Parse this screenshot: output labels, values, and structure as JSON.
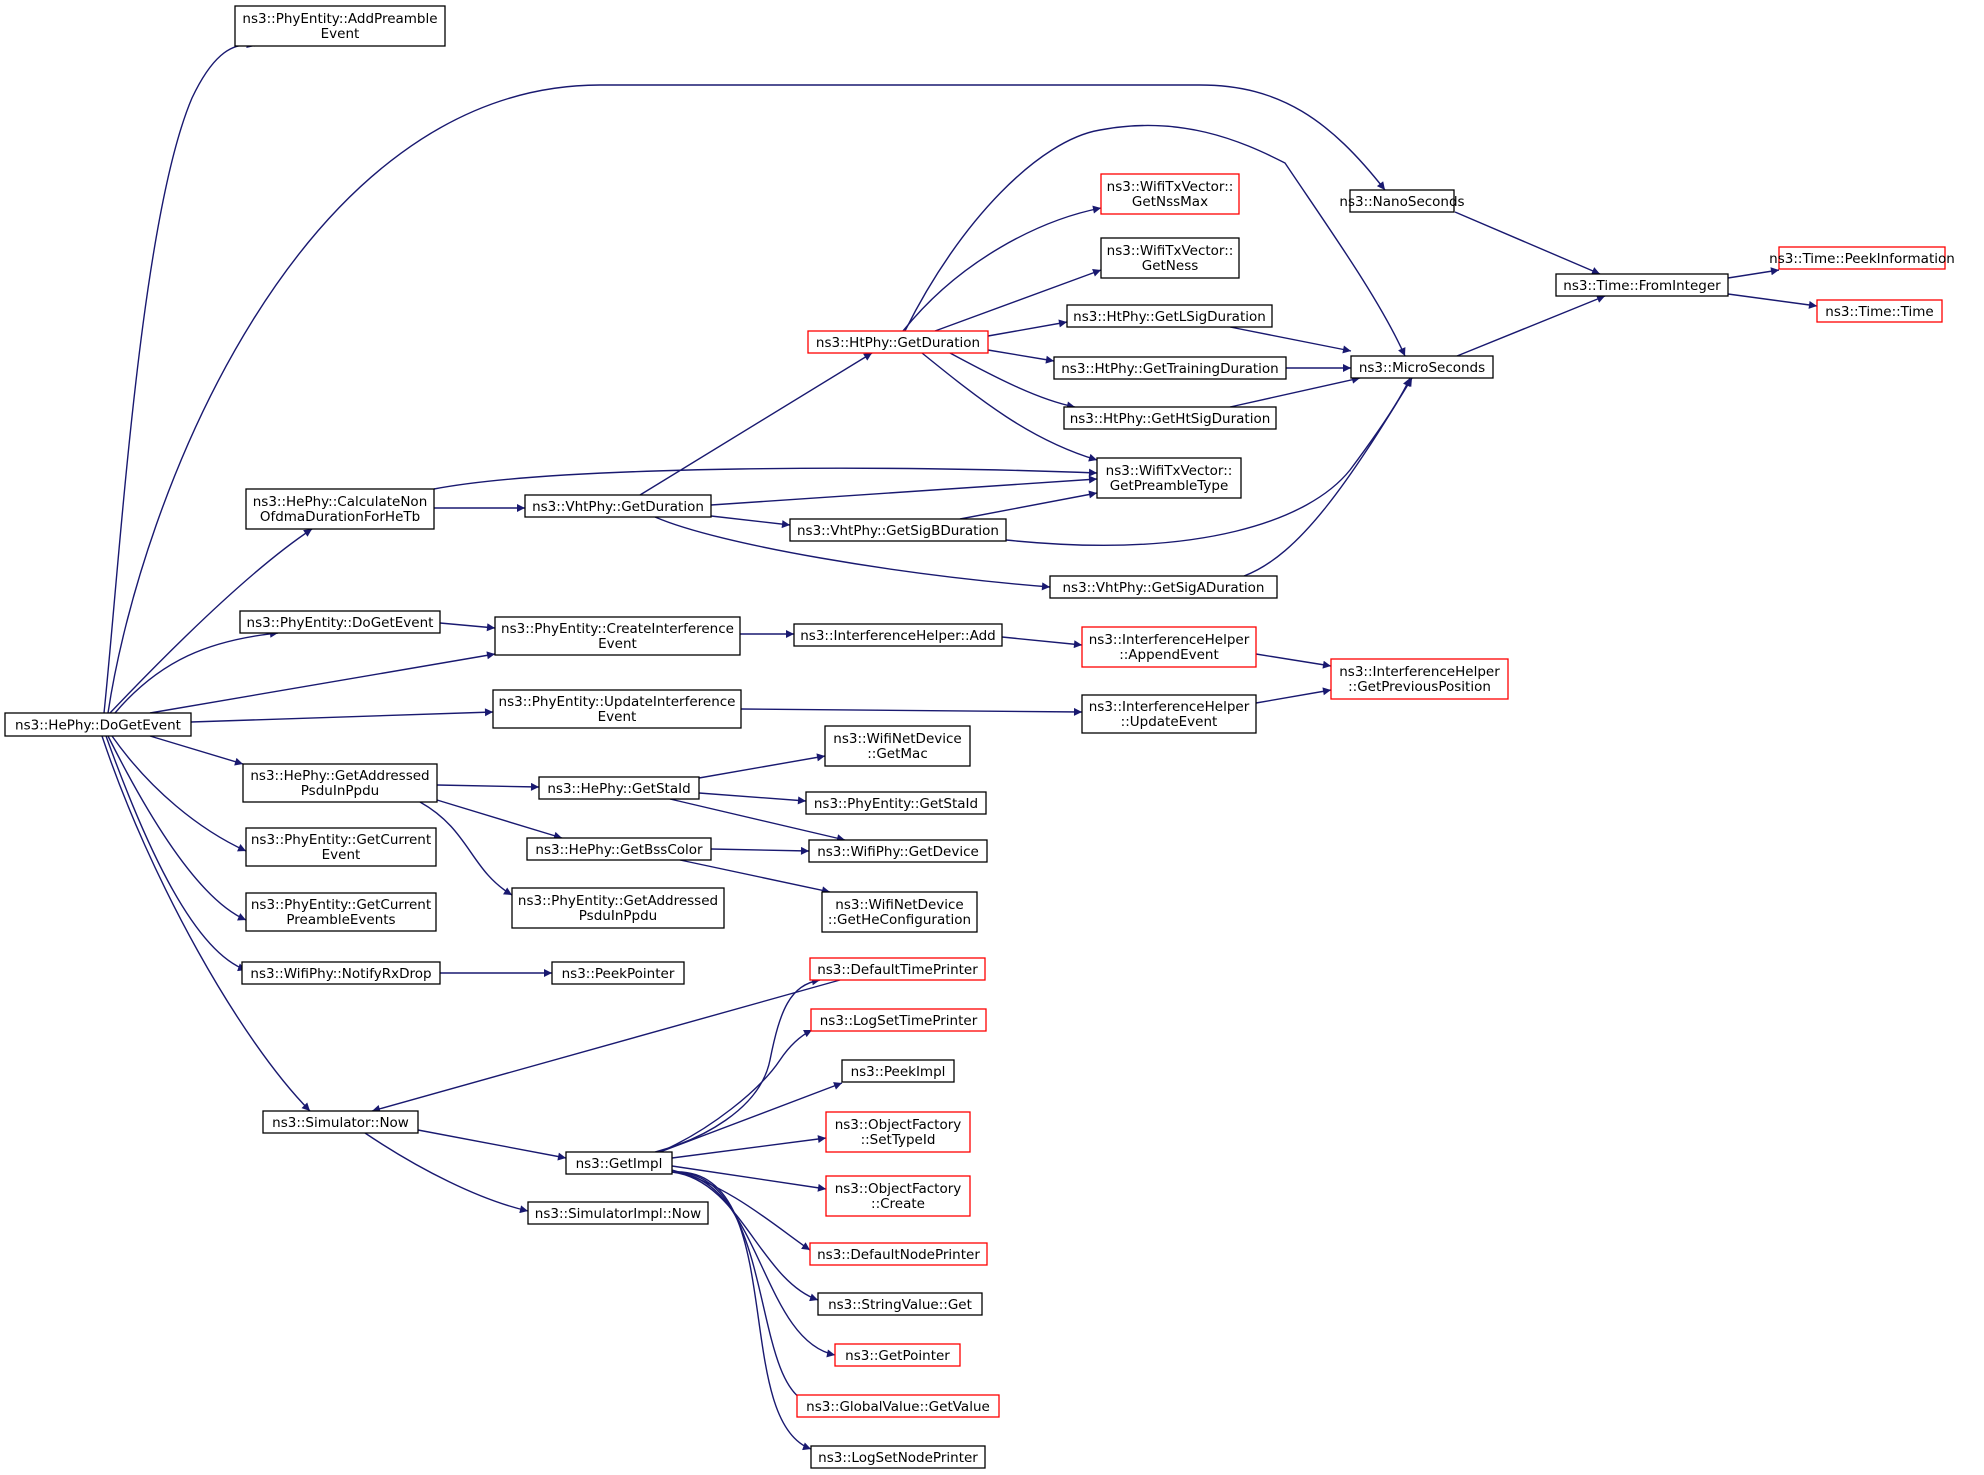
{
  "colors": {
    "edge": "#191970",
    "node_border": "#000000",
    "incomplete_border": "#ff0000",
    "root_fill": "#bfbfbf",
    "node_fill": "#ffffff"
  },
  "nodes": [
    {
      "id": "root",
      "lines": [
        "ns3::HePhy::DoGetEvent"
      ],
      "style": "root"
    },
    {
      "id": "addPreamble",
      "lines": [
        "ns3::PhyEntity::AddPreamble",
        "Event"
      ],
      "style": "normal"
    },
    {
      "id": "calcNon",
      "lines": [
        "ns3::HePhy::CalculateNon",
        "OfdmaDurationForHeTb"
      ],
      "style": "normal"
    },
    {
      "id": "peDoGet",
      "lines": [
        "ns3::PhyEntity::DoGetEvent"
      ],
      "style": "normal"
    },
    {
      "id": "createInterf",
      "lines": [
        "ns3::PhyEntity::CreateInterference",
        "Event"
      ],
      "style": "normal"
    },
    {
      "id": "updateInterf",
      "lines": [
        "ns3::PhyEntity::UpdateInterference",
        "Event"
      ],
      "style": "normal"
    },
    {
      "id": "getAddrPsdu",
      "lines": [
        "ns3::HePhy::GetAddressed",
        "PsduInPpdu"
      ],
      "style": "normal"
    },
    {
      "id": "getCurEvent",
      "lines": [
        "ns3::PhyEntity::GetCurrent",
        "Event"
      ],
      "style": "normal"
    },
    {
      "id": "getCurPreamble",
      "lines": [
        "ns3::PhyEntity::GetCurrent",
        "PreambleEvents"
      ],
      "style": "normal"
    },
    {
      "id": "notifyRxDrop",
      "lines": [
        "ns3::WifiPhy::NotifyRxDrop"
      ],
      "style": "normal"
    },
    {
      "id": "simNow",
      "lines": [
        "ns3::Simulator::Now"
      ],
      "style": "normal"
    },
    {
      "id": "vhtGetDuration",
      "lines": [
        "ns3::VhtPhy::GetDuration"
      ],
      "style": "normal"
    },
    {
      "id": "htGetDuration",
      "lines": [
        "ns3::HtPhy::GetDuration"
      ],
      "style": "incomplete"
    },
    {
      "id": "getNssMax",
      "lines": [
        "ns3::WifiTxVector::",
        "GetNssMax"
      ],
      "style": "incomplete"
    },
    {
      "id": "getNess",
      "lines": [
        "ns3::WifiTxVector::",
        "GetNess"
      ],
      "style": "normal"
    },
    {
      "id": "getLSig",
      "lines": [
        "ns3::HtPhy::GetLSigDuration"
      ],
      "style": "normal"
    },
    {
      "id": "getTraining",
      "lines": [
        "ns3::HtPhy::GetTrainingDuration"
      ],
      "style": "normal"
    },
    {
      "id": "getHtSig",
      "lines": [
        "ns3::HtPhy::GetHtSigDuration"
      ],
      "style": "normal"
    },
    {
      "id": "getPreambleType",
      "lines": [
        "ns3::WifiTxVector::",
        "GetPreambleType"
      ],
      "style": "normal"
    },
    {
      "id": "getSigB",
      "lines": [
        "ns3::VhtPhy::GetSigBDuration"
      ],
      "style": "normal"
    },
    {
      "id": "getSigA",
      "lines": [
        "ns3::VhtPhy::GetSigADuration"
      ],
      "style": "normal"
    },
    {
      "id": "nanoSeconds",
      "lines": [
        "ns3::NanoSeconds"
      ],
      "style": "normal"
    },
    {
      "id": "microSeconds",
      "lines": [
        "ns3::MicroSeconds"
      ],
      "style": "normal"
    },
    {
      "id": "fromInteger",
      "lines": [
        "ns3::Time::FromInteger"
      ],
      "style": "normal"
    },
    {
      "id": "peekInfo",
      "lines": [
        "ns3::Time::PeekInformation"
      ],
      "style": "incomplete"
    },
    {
      "id": "timeTime",
      "lines": [
        "ns3::Time::Time"
      ],
      "style": "incomplete"
    },
    {
      "id": "ihAdd",
      "lines": [
        "ns3::InterferenceHelper::Add"
      ],
      "style": "normal"
    },
    {
      "id": "ihAppend",
      "lines": [
        "ns3::InterferenceHelper",
        "::AppendEvent"
      ],
      "style": "incomplete"
    },
    {
      "id": "ihPrevPos",
      "lines": [
        "ns3::InterferenceHelper",
        "::GetPreviousPosition"
      ],
      "style": "incomplete"
    },
    {
      "id": "ihUpdate",
      "lines": [
        "ns3::InterferenceHelper",
        "::UpdateEvent"
      ],
      "style": "normal"
    },
    {
      "id": "heGetStaId",
      "lines": [
        "ns3::HePhy::GetStaId"
      ],
      "style": "normal"
    },
    {
      "id": "heGetBssColor",
      "lines": [
        "ns3::HePhy::GetBssColor"
      ],
      "style": "normal"
    },
    {
      "id": "peGetAddrPsdu",
      "lines": [
        "ns3::PhyEntity::GetAddressed",
        "PsduInPpdu"
      ],
      "style": "normal"
    },
    {
      "id": "wndGetMac",
      "lines": [
        "ns3::WifiNetDevice",
        "::GetMac"
      ],
      "style": "normal"
    },
    {
      "id": "peGetStaId",
      "lines": [
        "ns3::PhyEntity::GetStaId"
      ],
      "style": "normal"
    },
    {
      "id": "wpGetDevice",
      "lines": [
        "ns3::WifiPhy::GetDevice"
      ],
      "style": "normal"
    },
    {
      "id": "wndGetHeConf",
      "lines": [
        "ns3::WifiNetDevice",
        "::GetHeConfiguration"
      ],
      "style": "normal"
    },
    {
      "id": "peekPointer",
      "lines": [
        "ns3::PeekPointer"
      ],
      "style": "normal"
    },
    {
      "id": "getImpl",
      "lines": [
        "ns3::GetImpl"
      ],
      "style": "normal"
    },
    {
      "id": "simImplNow",
      "lines": [
        "ns3::SimulatorImpl::Now"
      ],
      "style": "normal"
    },
    {
      "id": "defTimePrinter",
      "lines": [
        "ns3::DefaultTimePrinter"
      ],
      "style": "incomplete"
    },
    {
      "id": "logSetTimePrinter",
      "lines": [
        "ns3::LogSetTimePrinter"
      ],
      "style": "incomplete"
    },
    {
      "id": "peekImpl",
      "lines": [
        "ns3::PeekImpl"
      ],
      "style": "normal"
    },
    {
      "id": "ofSetTypeId",
      "lines": [
        "ns3::ObjectFactory",
        "::SetTypeId"
      ],
      "style": "incomplete"
    },
    {
      "id": "ofCreate",
      "lines": [
        "ns3::ObjectFactory",
        "::Create"
      ],
      "style": "incomplete"
    },
    {
      "id": "defNodePrinter",
      "lines": [
        "ns3::DefaultNodePrinter"
      ],
      "style": "incomplete"
    },
    {
      "id": "svGet",
      "lines": [
        "ns3::StringValue::Get"
      ],
      "style": "normal"
    },
    {
      "id": "getPointer",
      "lines": [
        "ns3::GetPointer"
      ],
      "style": "incomplete"
    },
    {
      "id": "gvGetValue",
      "lines": [
        "ns3::GlobalValue::GetValue"
      ],
      "style": "incomplete"
    },
    {
      "id": "logSetNodePrinter",
      "lines": [
        "ns3::LogSetNodePrinter"
      ],
      "style": "normal"
    }
  ],
  "edges": [
    {
      "from": "root",
      "to": "addPreamble"
    },
    {
      "from": "root",
      "to": "nanoSeconds"
    },
    {
      "from": "root",
      "to": "calcNon"
    },
    {
      "from": "root",
      "to": "peDoGet"
    },
    {
      "from": "root",
      "to": "createInterf"
    },
    {
      "from": "root",
      "to": "updateInterf"
    },
    {
      "from": "root",
      "to": "getAddrPsdu"
    },
    {
      "from": "root",
      "to": "getCurEvent"
    },
    {
      "from": "root",
      "to": "getCurPreamble"
    },
    {
      "from": "root",
      "to": "notifyRxDrop"
    },
    {
      "from": "root",
      "to": "simNow"
    },
    {
      "from": "calcNon",
      "to": "vhtGetDuration"
    },
    {
      "from": "calcNon",
      "to": "getPreambleType"
    },
    {
      "from": "vhtGetDuration",
      "to": "htGetDuration"
    },
    {
      "from": "vhtGetDuration",
      "to": "getPreambleType"
    },
    {
      "from": "vhtGetDuration",
      "to": "getSigB"
    },
    {
      "from": "vhtGetDuration",
      "to": "getSigA"
    },
    {
      "from": "htGetDuration",
      "to": "getNssMax"
    },
    {
      "from": "htGetDuration",
      "to": "getNess"
    },
    {
      "from": "htGetDuration",
      "to": "getLSig"
    },
    {
      "from": "htGetDuration",
      "to": "getTraining"
    },
    {
      "from": "htGetDuration",
      "to": "getHtSig"
    },
    {
      "from": "htGetDuration",
      "to": "getPreambleType"
    },
    {
      "from": "htGetDuration",
      "to": "microSeconds"
    },
    {
      "from": "getLSig",
      "to": "microSeconds"
    },
    {
      "from": "getTraining",
      "to": "microSeconds"
    },
    {
      "from": "getHtSig",
      "to": "microSeconds"
    },
    {
      "from": "getSigB",
      "to": "getPreambleType"
    },
    {
      "from": "getSigB",
      "to": "microSeconds"
    },
    {
      "from": "getSigA",
      "to": "microSeconds"
    },
    {
      "from": "nanoSeconds",
      "to": "fromInteger"
    },
    {
      "from": "microSeconds",
      "to": "fromInteger"
    },
    {
      "from": "fromInteger",
      "to": "peekInfo"
    },
    {
      "from": "fromInteger",
      "to": "timeTime"
    },
    {
      "from": "peDoGet",
      "to": "createInterf"
    },
    {
      "from": "createInterf",
      "to": "ihAdd"
    },
    {
      "from": "ihAdd",
      "to": "ihAppend"
    },
    {
      "from": "ihAppend",
      "to": "ihPrevPos"
    },
    {
      "from": "updateInterf",
      "to": "ihUpdate"
    },
    {
      "from": "ihUpdate",
      "to": "ihPrevPos"
    },
    {
      "from": "getAddrPsdu",
      "to": "heGetStaId"
    },
    {
      "from": "getAddrPsdu",
      "to": "heGetBssColor"
    },
    {
      "from": "getAddrPsdu",
      "to": "peGetAddrPsdu"
    },
    {
      "from": "heGetStaId",
      "to": "wndGetMac"
    },
    {
      "from": "heGetStaId",
      "to": "peGetStaId"
    },
    {
      "from": "heGetStaId",
      "to": "wpGetDevice"
    },
    {
      "from": "heGetBssColor",
      "to": "wpGetDevice"
    },
    {
      "from": "heGetBssColor",
      "to": "wndGetHeConf"
    },
    {
      "from": "notifyRxDrop",
      "to": "peekPointer"
    },
    {
      "from": "simNow",
      "to": "getImpl"
    },
    {
      "from": "simNow",
      "to": "simImplNow"
    },
    {
      "from": "defTimePrinter",
      "to": "simNow"
    },
    {
      "from": "getImpl",
      "to": "defTimePrinter"
    },
    {
      "from": "getImpl",
      "to": "logSetTimePrinter"
    },
    {
      "from": "getImpl",
      "to": "peekImpl"
    },
    {
      "from": "getImpl",
      "to": "ofSetTypeId"
    },
    {
      "from": "getImpl",
      "to": "ofCreate"
    },
    {
      "from": "getImpl",
      "to": "defNodePrinter"
    },
    {
      "from": "getImpl",
      "to": "svGet"
    },
    {
      "from": "getImpl",
      "to": "getPointer"
    },
    {
      "from": "getImpl",
      "to": "gvGetValue"
    },
    {
      "from": "getImpl",
      "to": "logSetNodePrinter"
    }
  ]
}
